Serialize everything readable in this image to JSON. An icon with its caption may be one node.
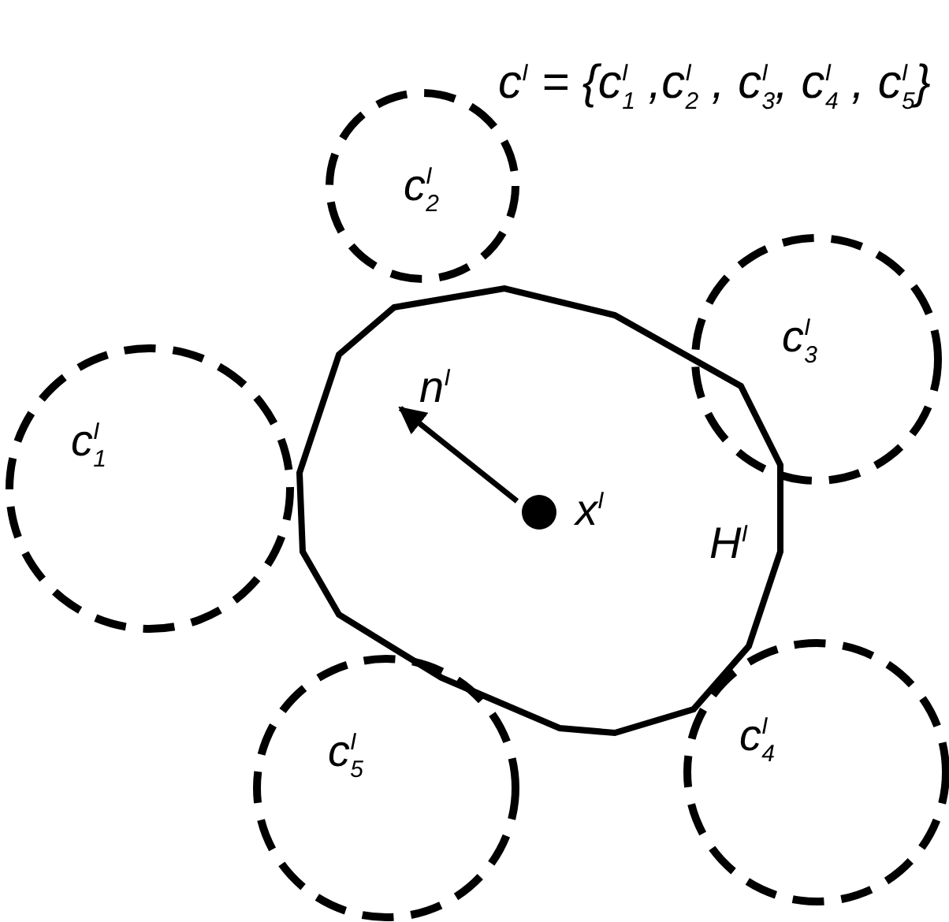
{
  "diagram": {
    "nodes": [
      {
        "text": [
          "c$^{I}$$_{2}$"
        ]
      },
      {
        "text": [
          "c$^{I}$$_{3}$"
        ]
      },
      {
        "text": [
          "c$^{I}$$_{1}$"
        ]
      },
      {
        "text": [
          "H$^{I}$"
        ]
      },
      {
        "text": [
          "c$^{I}$$_{5}$"
        ]
      },
      {
        "text": [
          "c$^{I}$$_{4}$"
        ]
      }
    ],
    "labels": [
      "c$^{I}$ = {c$^{I}$$_{1}$ ,c$^{I}$$_{2}$ , c$^{I}$$_{3}$, c$^{I}$$_{4}$ , c$^{I}$$_{5}$}",
      "n$^{I}$",
      "x$^{I}$"
    ]
  }
}
